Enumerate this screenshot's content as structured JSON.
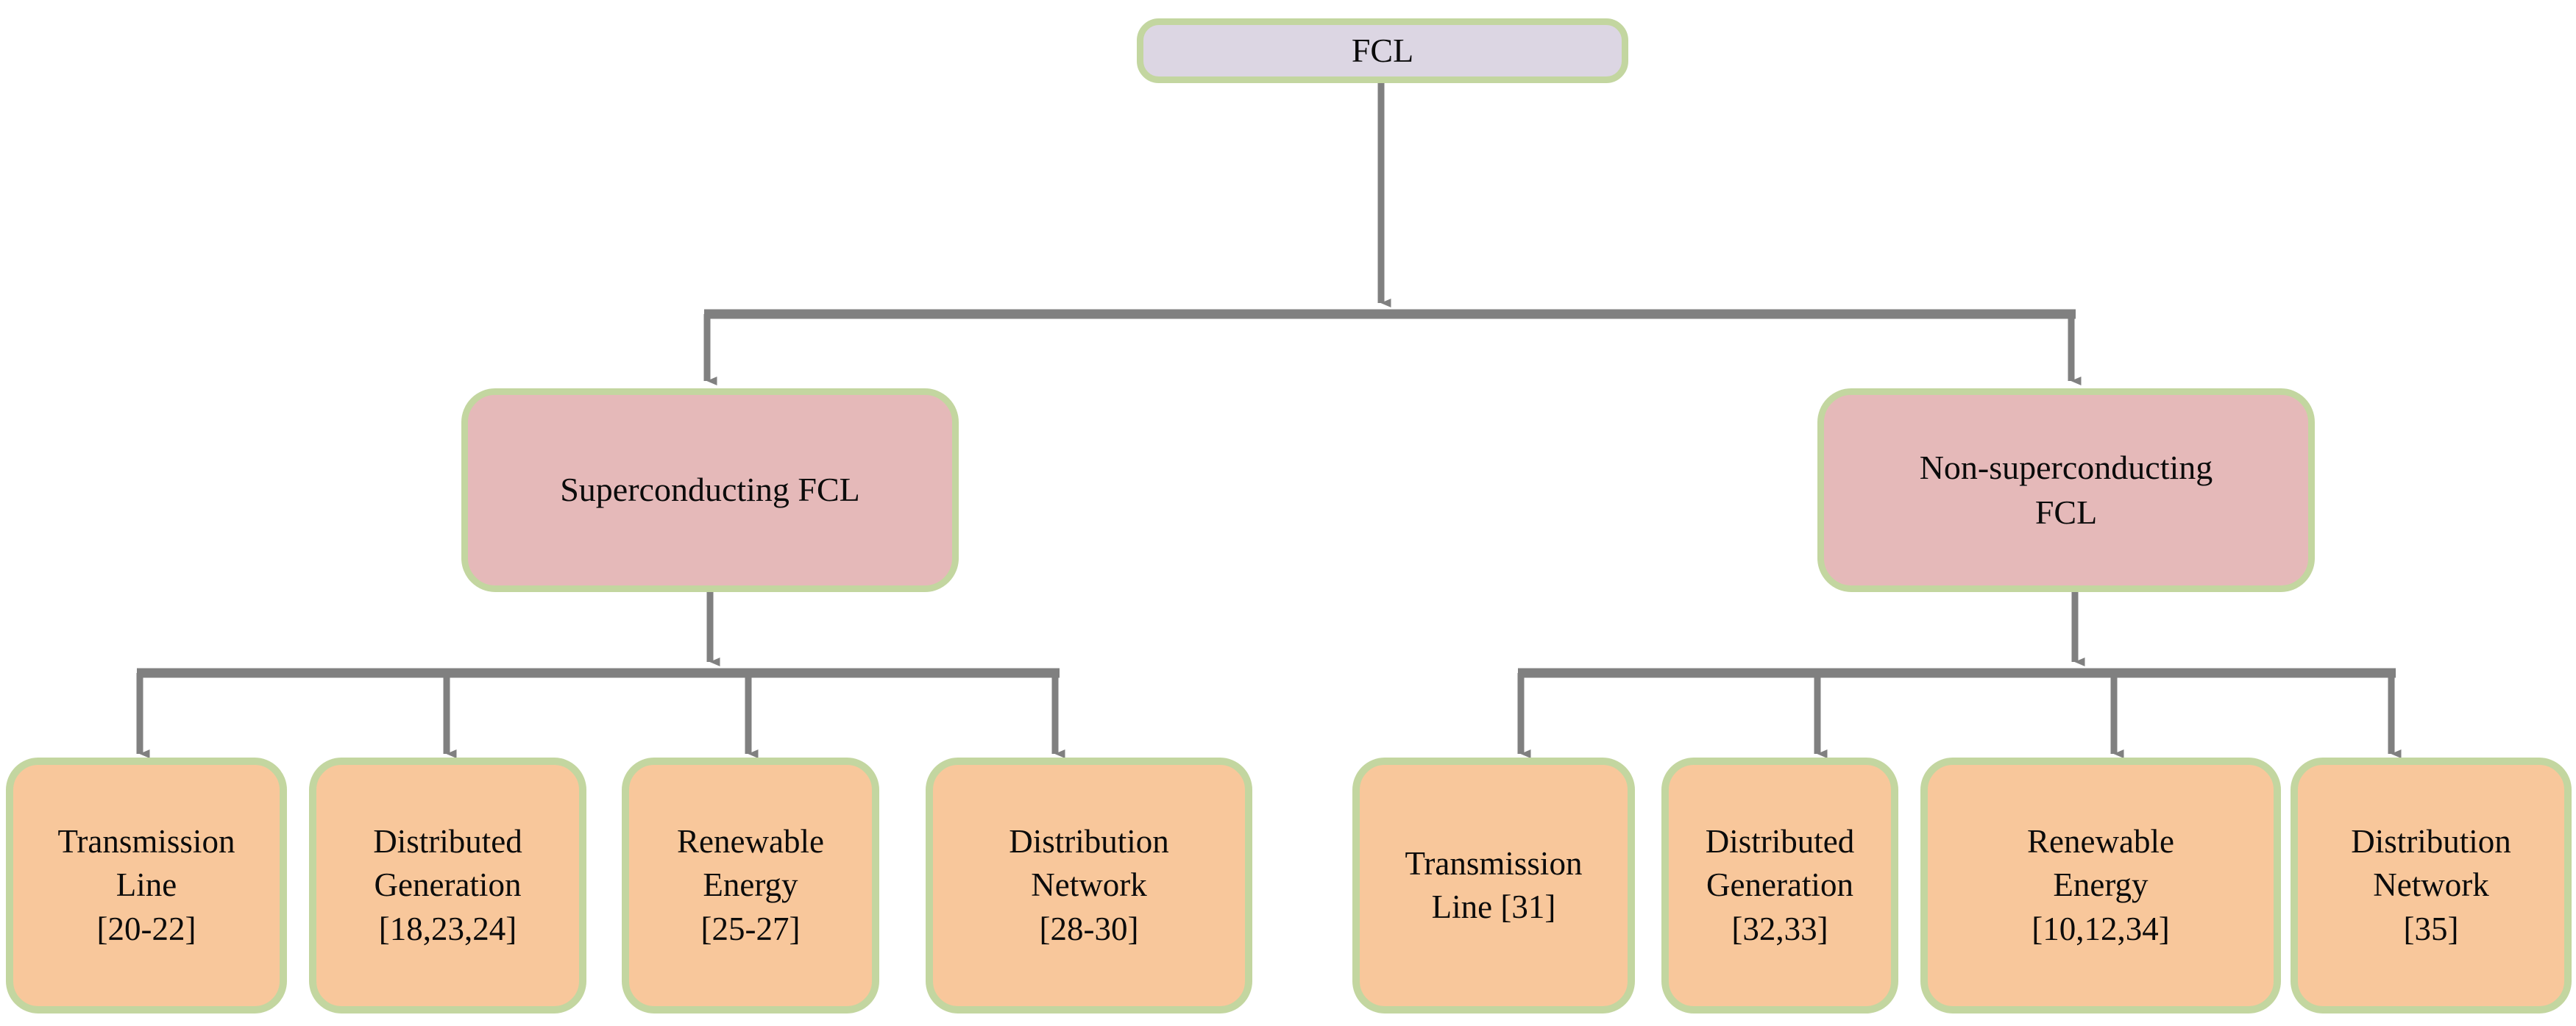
{
  "diagram": {
    "title": "FCL classification tree",
    "colors": {
      "root_fill": "#dcd6e3",
      "branch_fill": "#e5b9b9",
      "leaf_fill": "#f8c79b",
      "node_border": "#c3d6a0",
      "connector": "#808080",
      "text": "#0b0b0b",
      "background": "#ffffff"
    },
    "root": {
      "label": "FCL"
    },
    "branches": [
      {
        "id": "superconducting",
        "label": "Superconducting FCL",
        "children": [
          {
            "id": "sc-transmission-line",
            "label": "Transmission\nLine\n[20-22]"
          },
          {
            "id": "sc-distributed-generation",
            "label": "Distributed\nGeneration\n[18,23,24]"
          },
          {
            "id": "sc-renewable-energy",
            "label": "Renewable\nEnergy\n[25-27]"
          },
          {
            "id": "sc-distribution-network",
            "label": "Distribution\nNetwork\n[28-30]"
          }
        ]
      },
      {
        "id": "non-superconducting",
        "label": "Non-superconducting\nFCL",
        "children": [
          {
            "id": "nsc-transmission-line",
            "label": "Transmission\nLine [31]"
          },
          {
            "id": "nsc-distributed-generation",
            "label": "Distributed\nGeneration\n[32,33]"
          },
          {
            "id": "nsc-renewable-energy",
            "label": "Renewable\nEnergy\n[10,12,34]"
          },
          {
            "id": "nsc-distribution-network",
            "label": "Distribution\nNetwork\n[35]"
          }
        ]
      }
    ]
  }
}
